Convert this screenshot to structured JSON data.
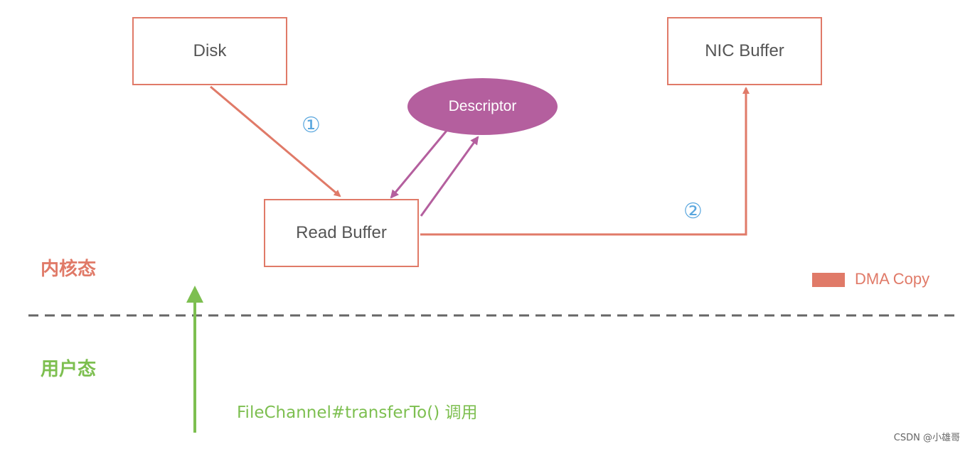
{
  "boxes": {
    "disk": "Disk",
    "nic": "NIC Buffer",
    "read": "Read Buffer"
  },
  "descriptor": "Descriptor",
  "steps": {
    "one": "①",
    "two": "②"
  },
  "states": {
    "kernel": "内核态",
    "user": "用户态"
  },
  "call_label": "FileChannel#transferTo() 调用",
  "legend": {
    "label": "DMA Copy",
    "color": "#e07a68"
  },
  "colors": {
    "dma": "#e07a68",
    "descriptor": "#b45f9e",
    "user": "#7dbf50",
    "step": "#5aa7de",
    "divider": "#666666"
  },
  "watermark": "CSDN @小雄哥"
}
